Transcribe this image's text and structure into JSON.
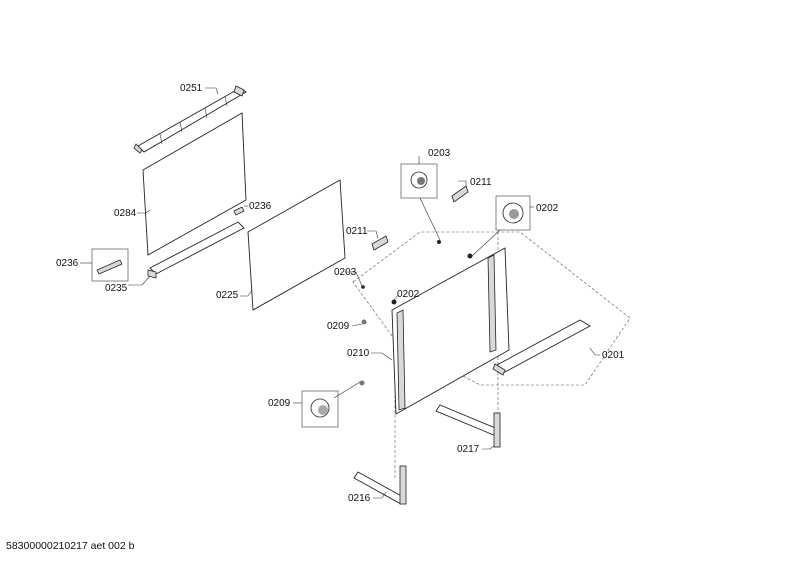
{
  "footer": {
    "code": "58300000210217 aet 002 b"
  },
  "labels": [
    {
      "text": "0251"
    },
    {
      "text": "0284"
    },
    {
      "text": "0236"
    },
    {
      "text": "0236"
    },
    {
      "text": "0235"
    },
    {
      "text": "0225"
    },
    {
      "text": "0203"
    },
    {
      "text": "0211"
    },
    {
      "text": "0202"
    },
    {
      "text": "0211"
    },
    {
      "text": "0203"
    },
    {
      "text": "0202"
    },
    {
      "text": "0209"
    },
    {
      "text": "0210"
    },
    {
      "text": "0201"
    },
    {
      "text": "0209"
    },
    {
      "text": "0217"
    },
    {
      "text": "0216"
    }
  ]
}
